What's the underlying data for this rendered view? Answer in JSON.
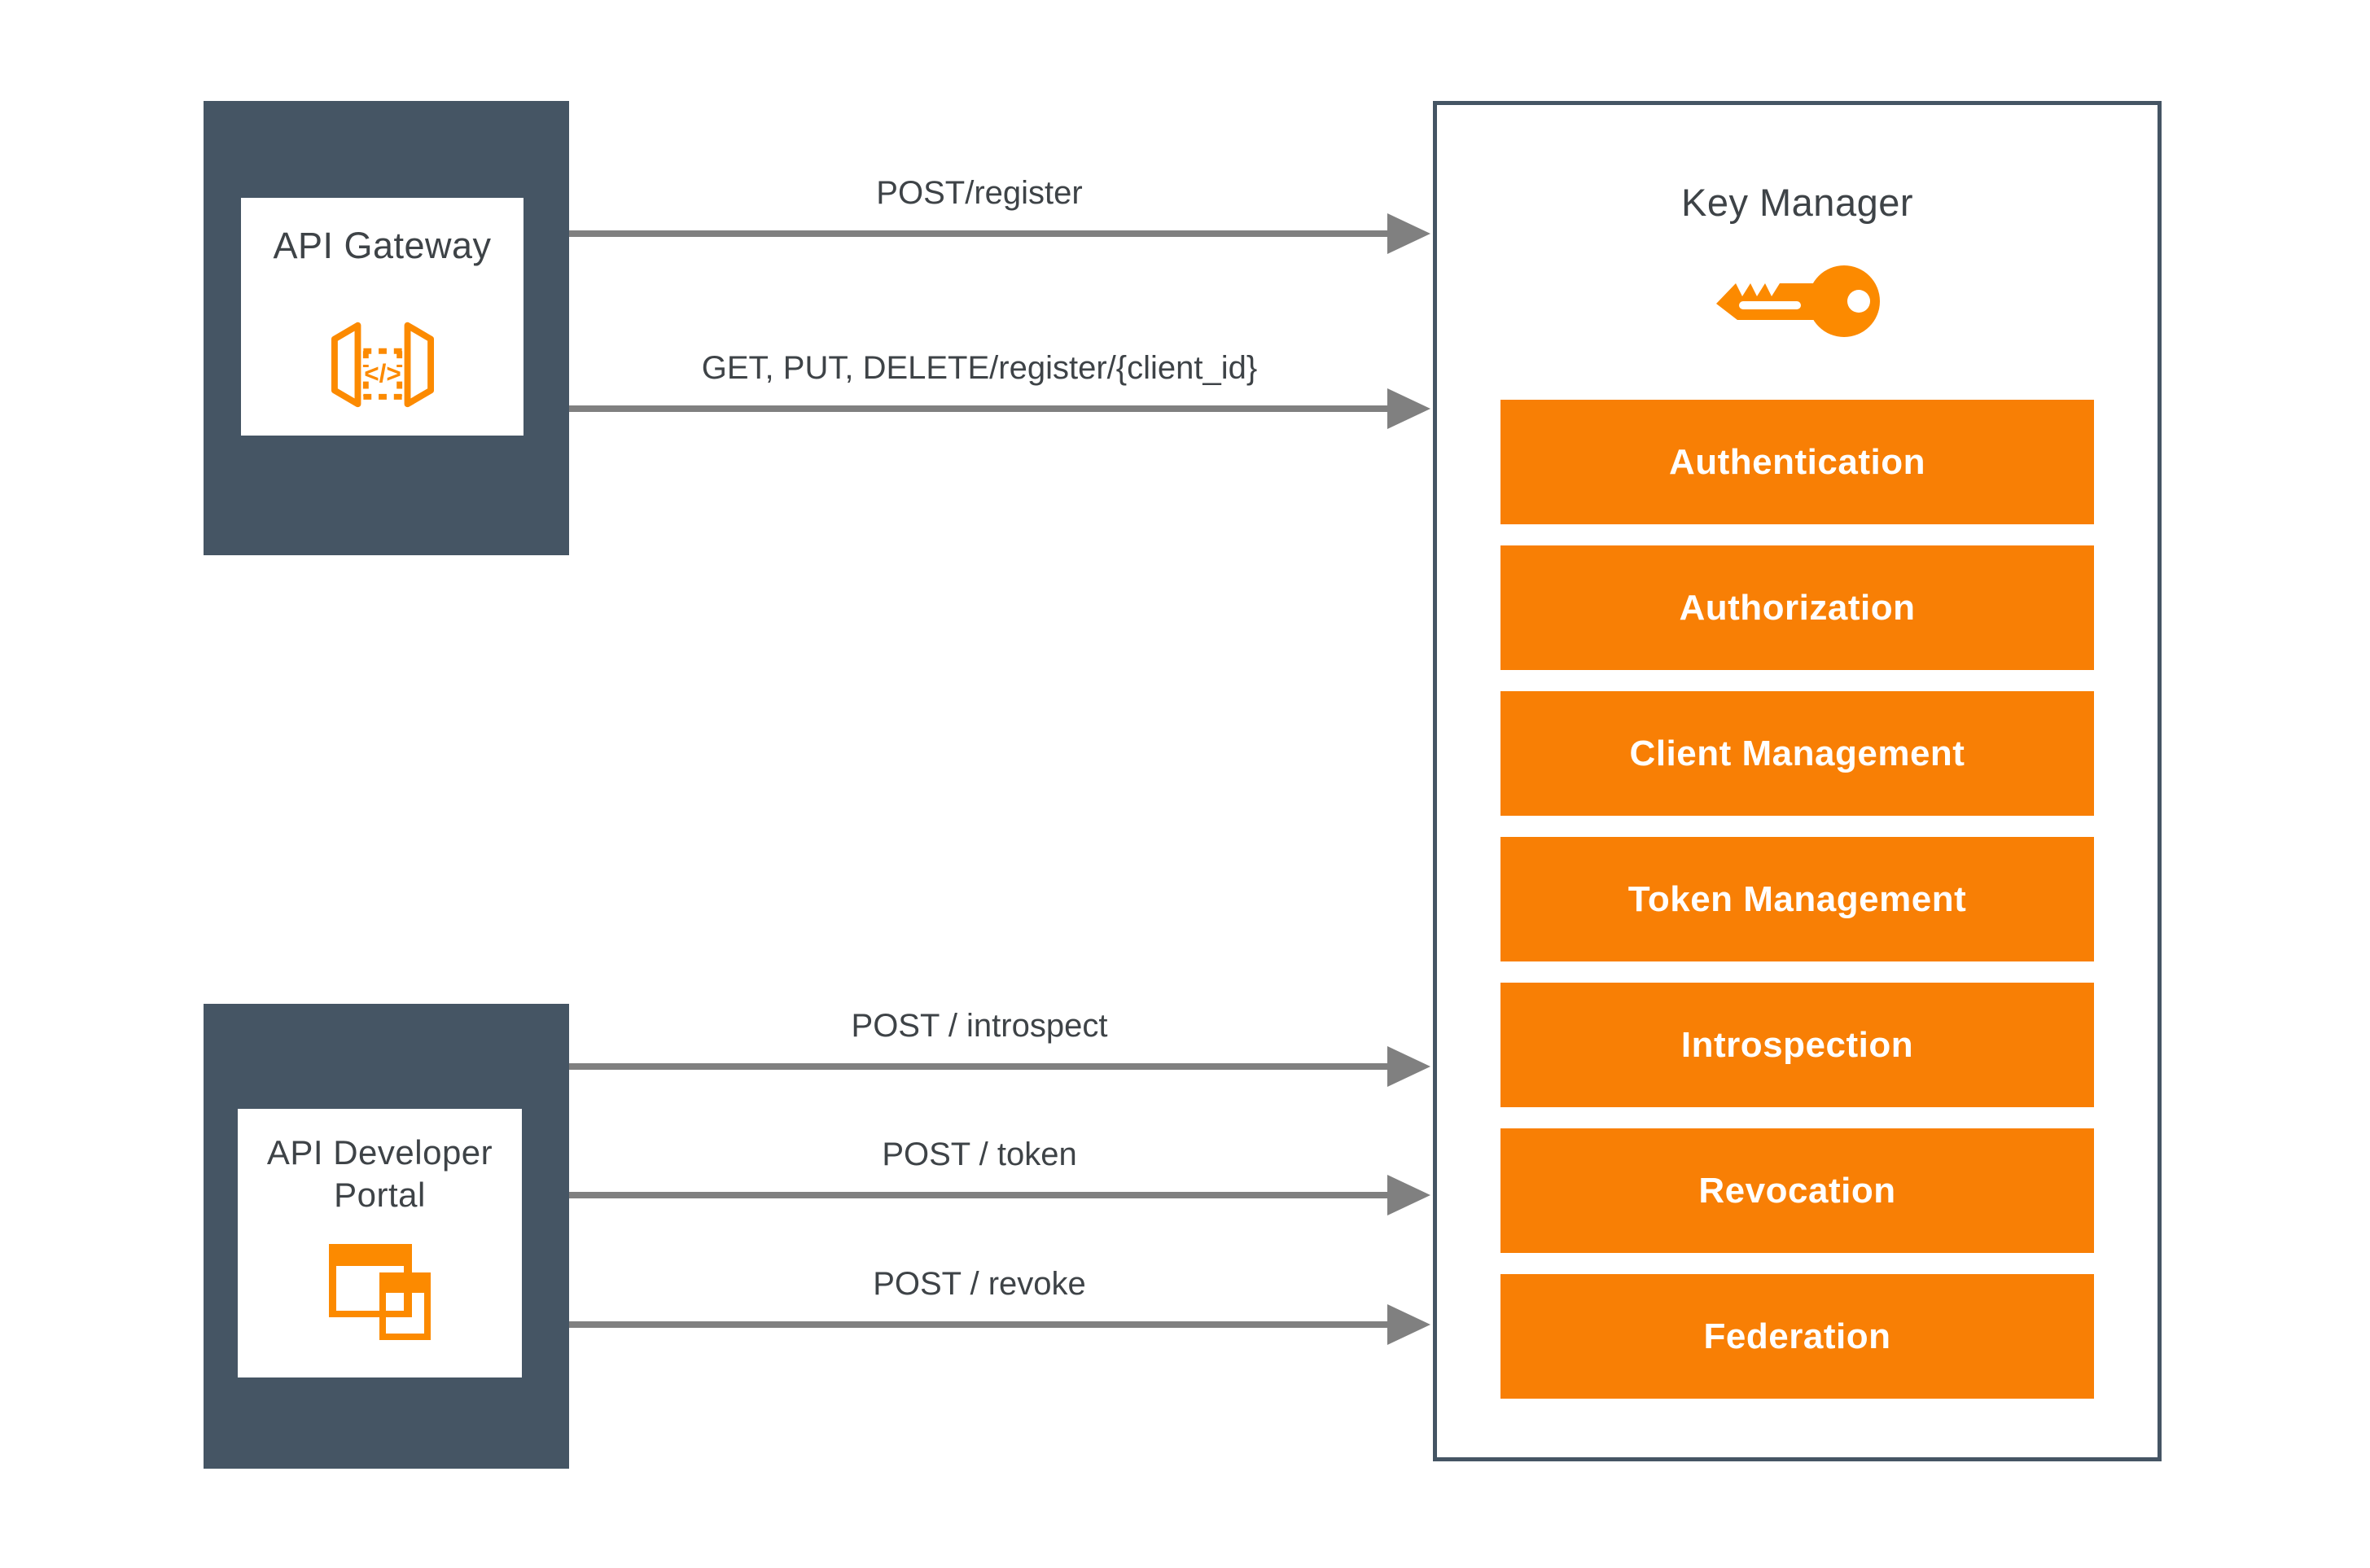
{
  "colors": {
    "slate": "#455564",
    "orange": "#F87F05",
    "icon_orange": "#FC8A00",
    "arrow_gray": "#808080",
    "text_dark": "#3E4347",
    "white": "#FFFFFF"
  },
  "api_gateway": {
    "title": "API Gateway",
    "icon": "api-gateway-icon",
    "code_glyph": "</>"
  },
  "api_developer_portal": {
    "title_line1": "API Developer",
    "title_line2": "Portal",
    "icon": "overlapping-windows-icon"
  },
  "key_manager": {
    "title": "Key Manager",
    "icon": "key-icon",
    "components": [
      "Authentication",
      "Authorization",
      "Client Management",
      "Token Management",
      "Introspection",
      "Revocation",
      "Federation"
    ]
  },
  "arrows": [
    {
      "label": "POST/register"
    },
    {
      "label": "GET, PUT, DELETE/register/{client_id}"
    },
    {
      "label": "POST / introspect"
    },
    {
      "label": "POST / token"
    },
    {
      "label": "POST / revoke"
    }
  ]
}
